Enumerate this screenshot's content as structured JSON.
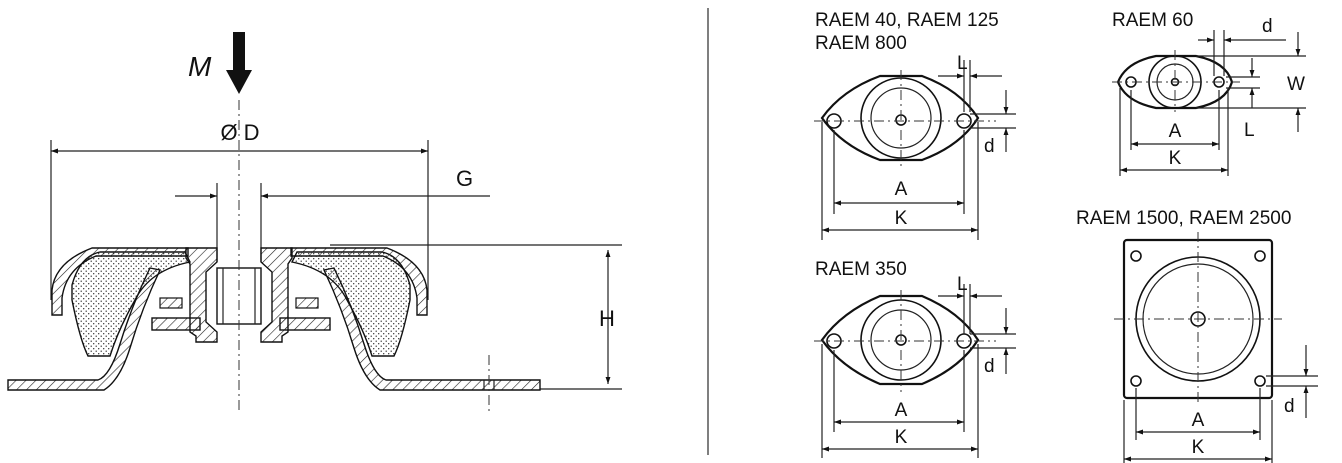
{
  "cross_section": {
    "load_label": "M",
    "diameter_label": "Ø D",
    "thread_label": "G",
    "height_label": "H"
  },
  "variants": {
    "raem40": {
      "title1": "RAEM 40, RAEM 125",
      "title2": "RAEM 800",
      "L": "L",
      "d": "d",
      "A": "A",
      "K": "K"
    },
    "raem60": {
      "title": "RAEM 60",
      "d": "d",
      "W": "W",
      "L": "L",
      "A": "A",
      "K": "K"
    },
    "raem350": {
      "title": "RAEM 350",
      "L": "L",
      "d": "d",
      "A": "A",
      "K": "K"
    },
    "raem1500": {
      "title": "RAEM 1500, RAEM 2500",
      "d": "d",
      "A": "A",
      "K": "K"
    }
  }
}
